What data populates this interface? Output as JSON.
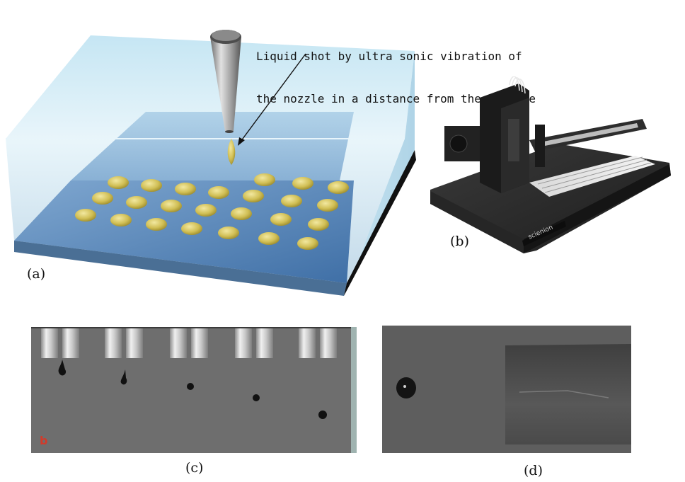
{
  "figure": {
    "annotation": {
      "line1": "Liquid shot by ultra sonic vibration of",
      "line2": "the nozzle in a distance from the surface"
    },
    "panels": {
      "a": {
        "label": "(a)"
      },
      "b": {
        "label": "(b)",
        "brand_text": "scienion"
      },
      "c": {
        "label": "(c)",
        "corner_mark": "b"
      },
      "d": {
        "label": "(d)"
      }
    }
  }
}
